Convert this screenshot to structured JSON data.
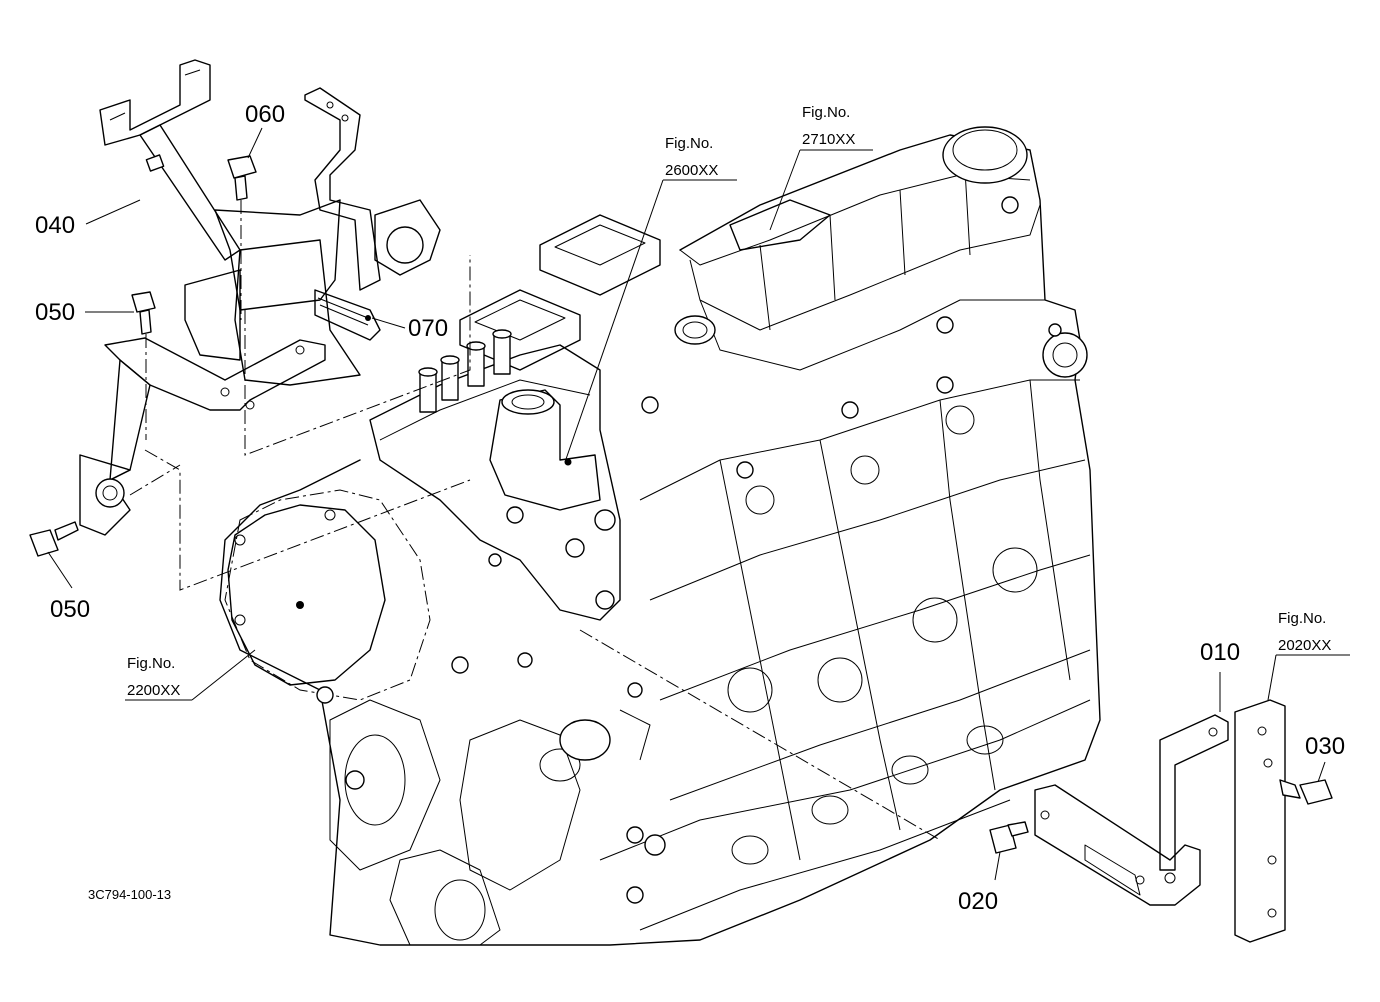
{
  "diagram": {
    "drawing_id": "3C794-100-13",
    "figure_label_prefix": "Fig.No.",
    "figure_refs": [
      {
        "number": "2710XX"
      },
      {
        "number": "2600XX"
      },
      {
        "number": "2200XX"
      },
      {
        "number": "2020XX"
      }
    ],
    "part_labels": [
      {
        "number": "060"
      },
      {
        "number": "040"
      },
      {
        "number": "050"
      },
      {
        "number": "070"
      },
      {
        "number": "050"
      },
      {
        "number": "010"
      },
      {
        "number": "030"
      },
      {
        "number": "020"
      }
    ]
  }
}
